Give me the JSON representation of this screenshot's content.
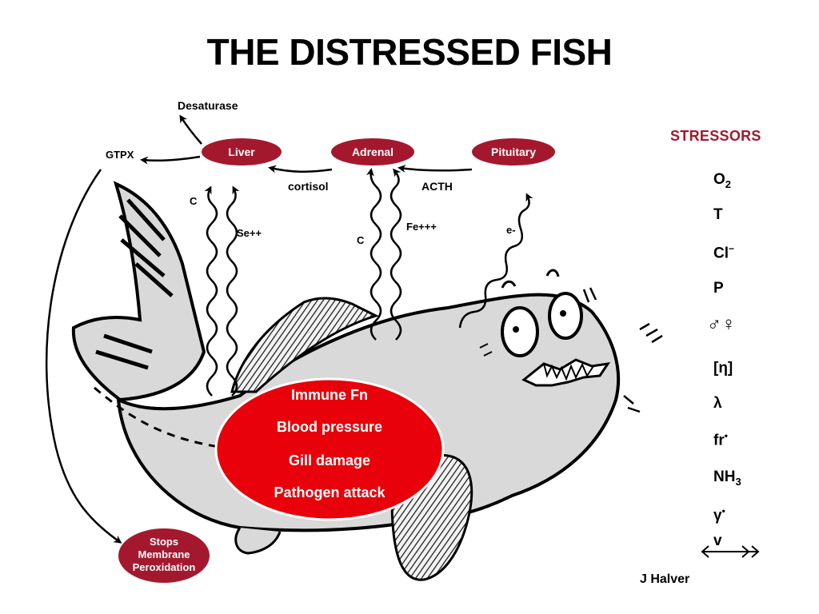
{
  "title": "THE DISTRESSED FISH",
  "colors": {
    "node": "#a4182e",
    "effects": "#e8000a",
    "fish": "#d9d9d9"
  },
  "nodes": {
    "liver": "Liver",
    "adrenal": "Adrenal",
    "pituitary": "Pituitary",
    "stops": [
      "Stops",
      "Membrane",
      "Peroxidation"
    ]
  },
  "arrows": {
    "desaturase": "Desaturase",
    "gtpx": "GTPX",
    "cortisol": "cortisol",
    "acth": "ACTH",
    "c_liver": "C",
    "se": "Se++",
    "c_adrenal": "C",
    "fe": "Fe+++",
    "e": "e-"
  },
  "effects": [
    "Immune Fn",
    "Blood pressure",
    "Gill damage",
    "Pathogen attack"
  ],
  "stressors": {
    "title": "STRESSORS",
    "items": [
      {
        "base": "O",
        "sub": "2",
        "sup": ""
      },
      {
        "base": "T",
        "sub": "",
        "sup": ""
      },
      {
        "base": "Cl",
        "sub": "",
        "sup": "−"
      },
      {
        "base": "P",
        "sub": "",
        "sup": ""
      },
      {
        "base": "♂♀",
        "sub": "",
        "sup": ""
      },
      {
        "base": "[η]",
        "sub": "",
        "sup": ""
      },
      {
        "base": "λ",
        "sub": "",
        "sup": ""
      },
      {
        "base": "fr",
        "sub": "",
        "sup": "•"
      },
      {
        "base": "NH",
        "sub": "3",
        "sup": ""
      },
      {
        "base": "γ",
        "sub": "",
        "sup": "•"
      },
      {
        "base": "v",
        "sub": "",
        "sup": ""
      }
    ]
  },
  "credit": "J Halver"
}
